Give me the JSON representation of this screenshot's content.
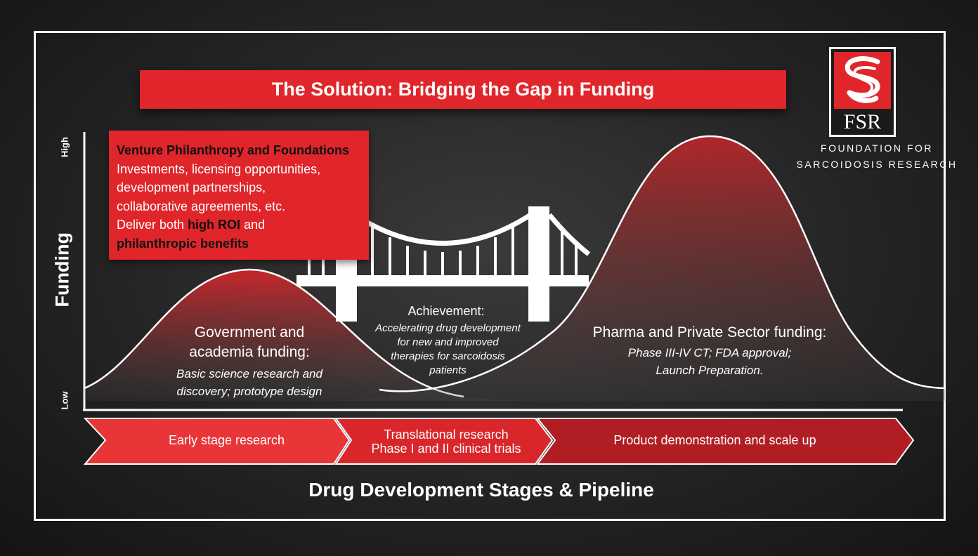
{
  "title": "The Solution: Bridging the Gap in Funding",
  "logo": {
    "mark": "FSR",
    "caption_line1": "FOUNDATION FOR",
    "caption_line2": "SARCOIDOSIS RESEARCH",
    "icon": "double-s-emblem-icon"
  },
  "axis": {
    "y_label": "Funding",
    "y_high": "High",
    "y_low": "Low"
  },
  "venture_box": {
    "heading": "Venture Philanthropy and Foundations",
    "line1": "Investments, licensing opportunities,",
    "line2": "development partnerships,",
    "line3": "collaborative agreements, etc.",
    "line4_pre": "Deliver both ",
    "line4_bold": "high ROI",
    "line4_post": " and",
    "line5_bold": "philanthropic benefits"
  },
  "government": {
    "title_line1": "Government and",
    "title_line2": "academia funding:",
    "sub_line1": "Basic science research and",
    "sub_line2": "discovery; prototype design"
  },
  "achievement": {
    "title": "Achievement:",
    "sub_line1": "Accelerating drug development",
    "sub_line2": "for new and improved",
    "sub_line3": "therapies for sarcoidosis",
    "sub_line4": "patients"
  },
  "pharma": {
    "title": "Pharma and Private Sector funding:",
    "sub_line1": "Phase III-IV CT; FDA approval;",
    "sub_line2": "Launch Preparation."
  },
  "stages": {
    "stage1": "Early stage research",
    "stage2_line1": "Translational research",
    "stage2_line2": "Phase I and II clinical trials",
    "stage3": "Product demonstration and scale up"
  },
  "bottom_title": "Drug Development Stages & Pipeline",
  "colors": {
    "accent_red": "#e0262b",
    "dark_red": "#b01e24",
    "mid_red": "#cc2026",
    "background": "#222222"
  }
}
